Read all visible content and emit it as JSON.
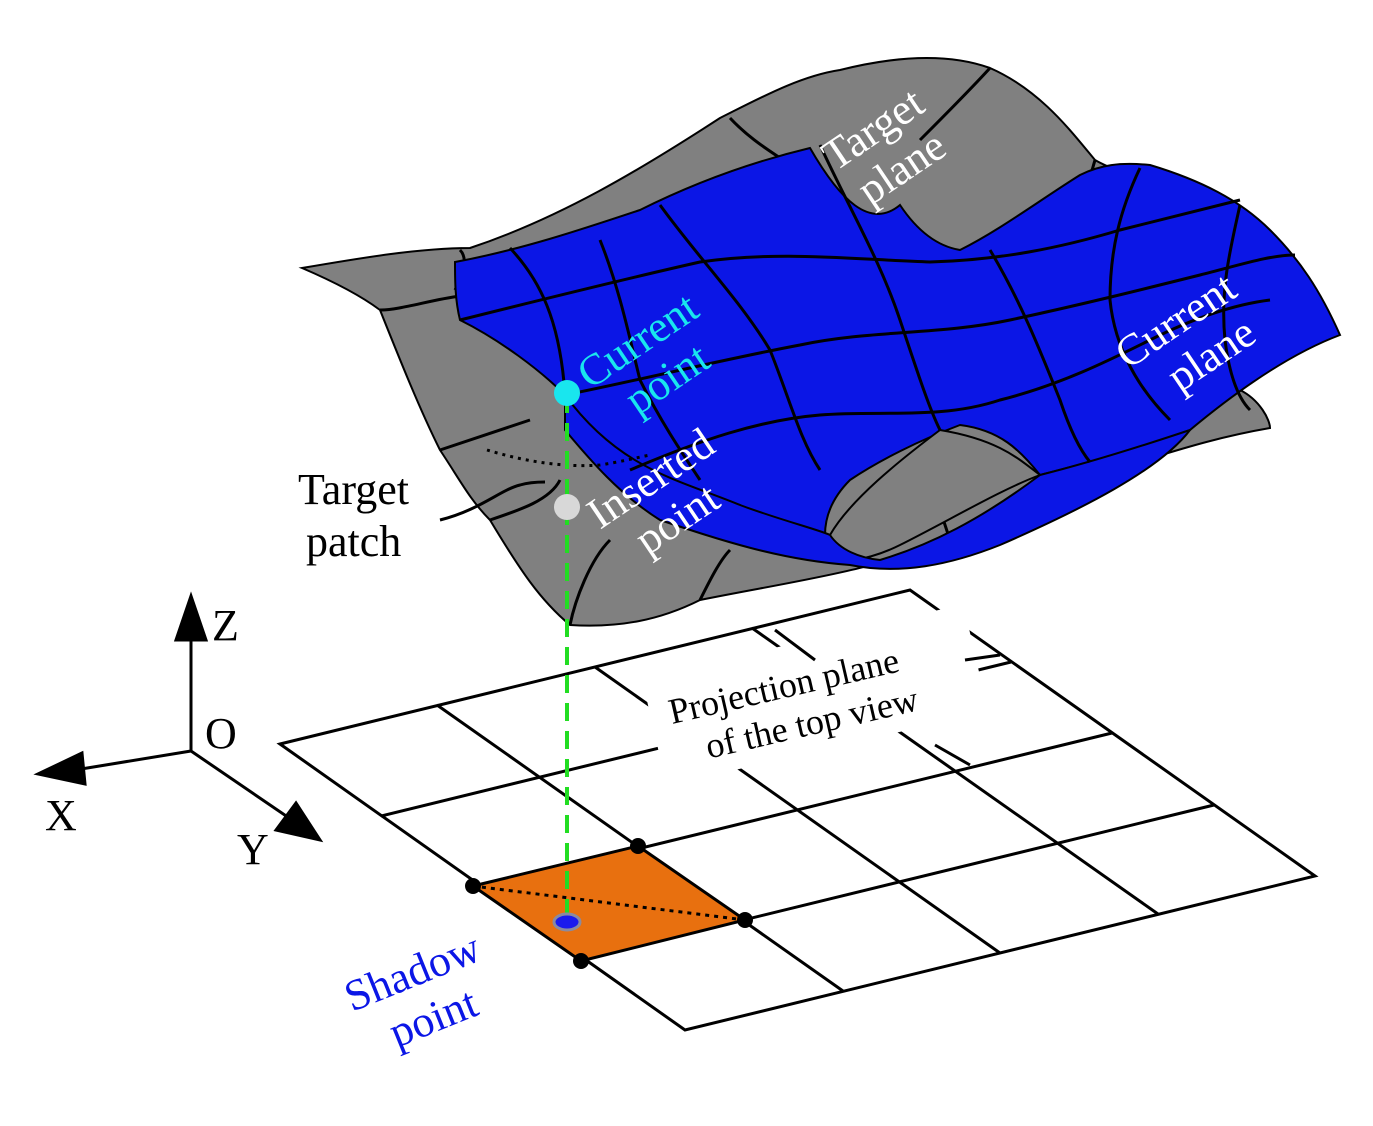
{
  "axes": {
    "z_label": "Z",
    "origin_label": "O",
    "x_label": "X",
    "y_label": "Y"
  },
  "labels": {
    "target_plane": [
      "Target",
      "plane"
    ],
    "current_plane": [
      "Current",
      "plane"
    ],
    "current_point": [
      "Current",
      "point"
    ],
    "inserted_point": [
      "Inserted",
      "point"
    ],
    "target_patch": [
      "Target",
      "patch"
    ],
    "projection_plane": [
      "Projection plane",
      "of the top view"
    ],
    "shadow_point": [
      "Shadow",
      "point"
    ]
  },
  "colors": {
    "target_surface": "#808080",
    "current_surface": "#0b16e6",
    "current_point": "#19e6ee",
    "inserted_point": "#d8d8d8",
    "shadow_cell": "#e8700f",
    "projection_line": "#22dd22",
    "shadow_point_label": "#0b16e6"
  }
}
